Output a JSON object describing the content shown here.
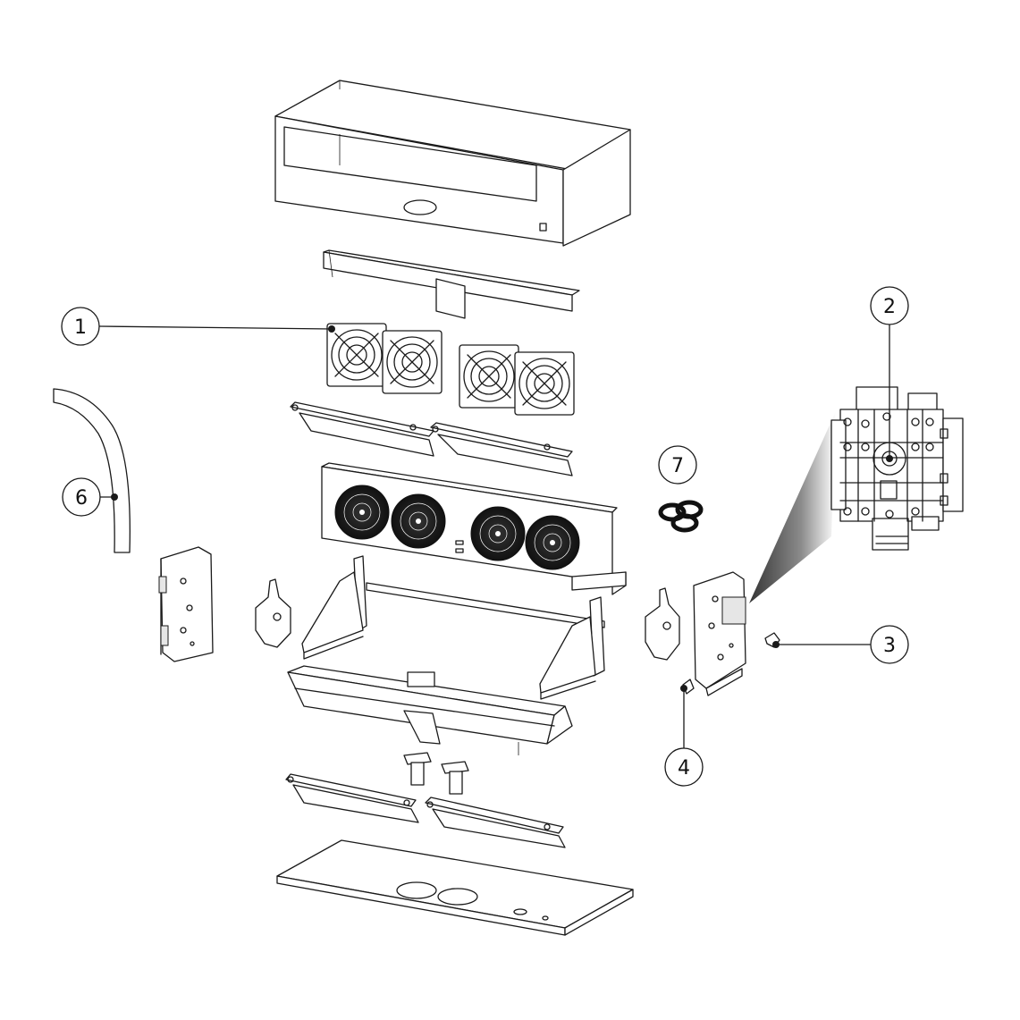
{
  "callouts": [
    {
      "id": "1",
      "label": "1"
    },
    {
      "id": "2",
      "label": "2"
    },
    {
      "id": "3",
      "label": "3"
    },
    {
      "id": "4",
      "label": "4"
    },
    {
      "id": "6",
      "label": "6"
    },
    {
      "id": "7",
      "label": "7"
    }
  ]
}
